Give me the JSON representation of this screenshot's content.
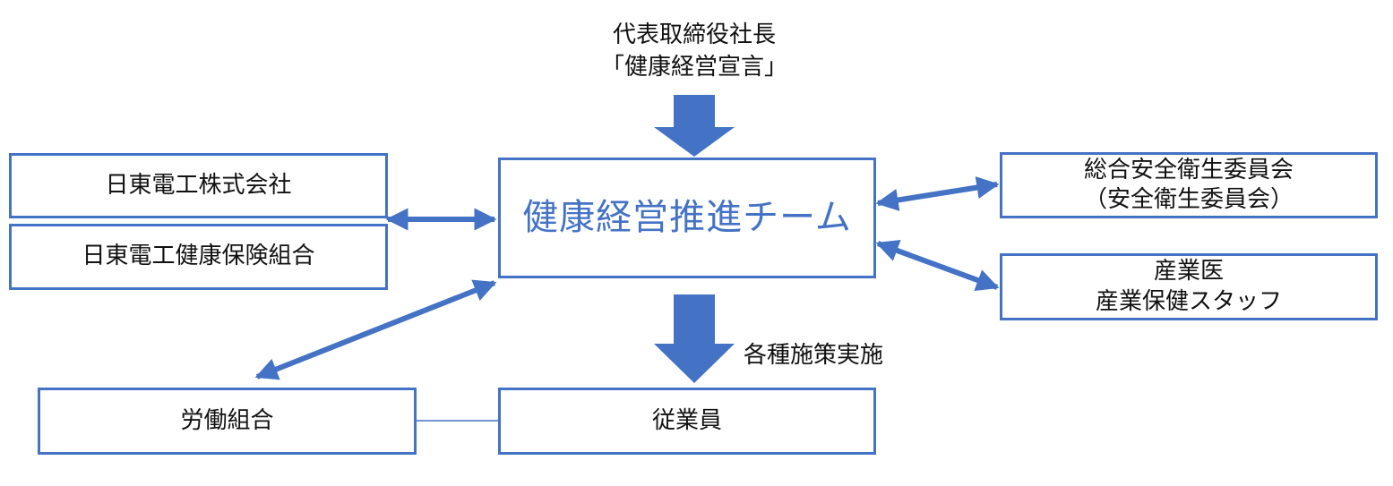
{
  "declaration": {
    "line1": "代表取締役社長",
    "line2": "「健康経営宣言」"
  },
  "boxes": {
    "nitto_denko": "日東電工株式会社",
    "health_insurance": "日東電工健康保険組合",
    "team": "健康経営推進チーム",
    "safety_committee_line1": "総合安全衛生委員会",
    "safety_committee_line2": "（安全衛生委員会）",
    "industrial_health_line1": "産業医",
    "industrial_health_line2": "産業保健スタッフ",
    "labor_union": "労働組合",
    "employees": "従業員"
  },
  "measures_label": "各種施策実施",
  "colors": {
    "accent": "#4472c4",
    "text": "#111111",
    "background": "#ffffff"
  }
}
